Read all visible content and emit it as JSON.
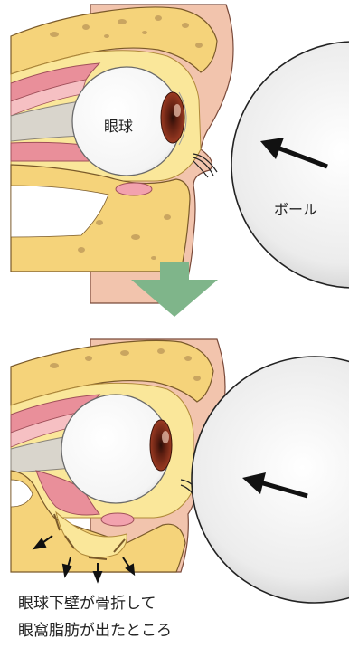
{
  "labels": {
    "eyeball": "眼球",
    "ball": "ボール"
  },
  "caption": {
    "line1": "眼球下壁が骨折して",
    "line2": "眼窩脂肪が出たところ"
  },
  "colors": {
    "skin": "#f2c4ad",
    "skin_stroke": "#7a4a3a",
    "bone": "#f5d37a",
    "bone_dark": "#c9a560",
    "fat": "#fae79a",
    "muscle": "#e98f9a",
    "muscle_light": "#f6c0c3",
    "nerve": "#d9d5cc",
    "eye_white": "#ffffff",
    "iris": "#8a2f1c",
    "ball_fill": "#ededed",
    "ball_stroke": "#222222",
    "arrow_green": "#7fb58a",
    "arrow_black": "#111111"
  }
}
